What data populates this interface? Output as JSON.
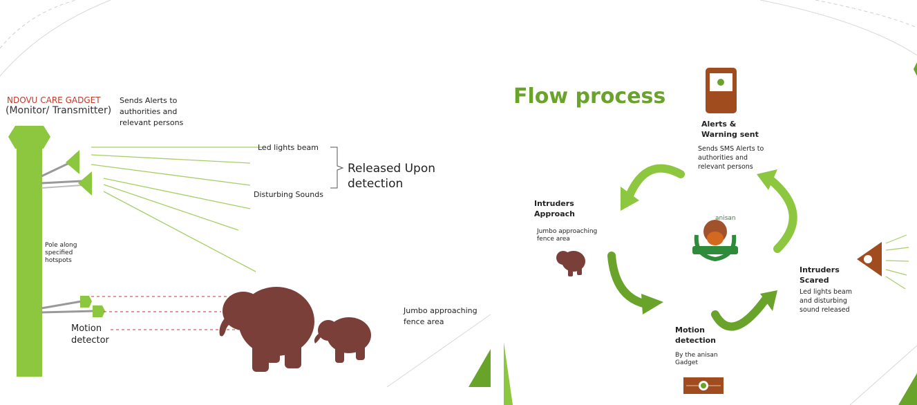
{
  "left": {
    "gadget_title": "NDOVU CARE GADGET",
    "gadget_subtitle": "(Monitor/ Transmitter)",
    "sends_alerts": [
      "Sends Alerts to",
      "authorities and",
      "relevant persons"
    ],
    "led_beam": "Led lights beam",
    "disturbing_sounds": "Disturbing Sounds",
    "released": [
      "Released Upon",
      "detection"
    ],
    "pole": [
      "Pole along",
      "specified",
      "hotspots"
    ],
    "motion": [
      "Motion",
      "detector"
    ],
    "jumbo": [
      "Jumbo approaching",
      "fence area"
    ]
  },
  "right": {
    "title": "Flow process",
    "alerts_head": [
      "Alerts &",
      "Warning sent"
    ],
    "alerts_desc": [
      "Sends SMS Alerts to",
      "authorities and",
      "relevant persons"
    ],
    "intruders_head": [
      "Intruders",
      "Approach"
    ],
    "intruders_desc": [
      "Jumbo approaching",
      "fence area"
    ],
    "scared_head": [
      "Intruders",
      "Scared"
    ],
    "scared_desc": [
      "Led lights beam",
      "and disturbing",
      "sound released"
    ],
    "motion_head": [
      "Motion",
      "detection"
    ],
    "motion_desc": [
      "By the anisan",
      "Gadget"
    ],
    "logo_text": "anisan"
  },
  "colors": {
    "green": "#8dc63f",
    "dark_green": "#6aa329",
    "brown": "#7b3f3a",
    "red_dash": "#c0392b"
  }
}
